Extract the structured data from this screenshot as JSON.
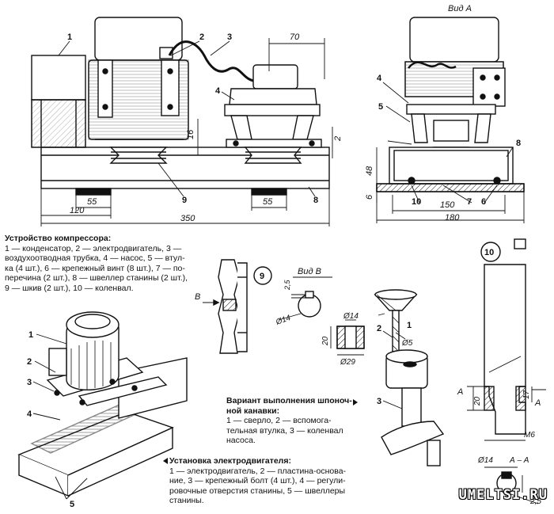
{
  "labels": {
    "view_a": "Вид А",
    "view_b": "Вид В",
    "section_aa": "А – А",
    "letter_b": "В",
    "letter_a": "А",
    "n1": "1",
    "n2": "2",
    "n3": "3",
    "n4": "4",
    "n5": "5",
    "n6": "6",
    "n7": "7",
    "n8": "8",
    "n9": "9",
    "n10": "10"
  },
  "dimensions": {
    "d70": "70",
    "d16": "16",
    "d2": "2",
    "d55": "55",
    "d120": "120",
    "d350": "350",
    "d48": "48",
    "d6": "6",
    "d150": "150",
    "d180": "180",
    "d2_5": "2,5",
    "d14": "Ø14",
    "d29": "Ø29",
    "d20": "20",
    "d5": "Ø5",
    "d17": "17",
    "dm6": "М6",
    "d2_5b": "2,5"
  },
  "caption_compressor": {
    "title": "Устройство компрессора:",
    "lines": [
      "1 — конденсатор, 2 — электродвигатель, 3 —",
      "воздухоотводная трубка, 4 — насос, 5 — втул-",
      "ка (4 шт.), 6 — крепежный винт (8 шт.), 7 — по-",
      "перечина (2 шт.), 8 — швеллер станины (2 шт.),",
      "9 — шкив (2 шт.), 10 — коленвал."
    ]
  },
  "caption_keyway": {
    "title_l1": "Вариант выполнения шпоноч-",
    "title_l2": "ной канавки:",
    "lines": [
      "1 — сверло, 2 — вспомога-",
      "тельная втулка, 3 — коленвал",
      "насоса."
    ]
  },
  "caption_motor": {
    "title": "Установка электродвигателя:",
    "lines": [
      "1 — электродвигатель, 2 — пластина-основа-",
      "ние, 3 — крепежный болт (4 шт.), 4 — регули-",
      "ровочные отверстия станины, 5 — швеллеры",
      "станины."
    ]
  },
  "watermark": "UMELTSI.RU"
}
